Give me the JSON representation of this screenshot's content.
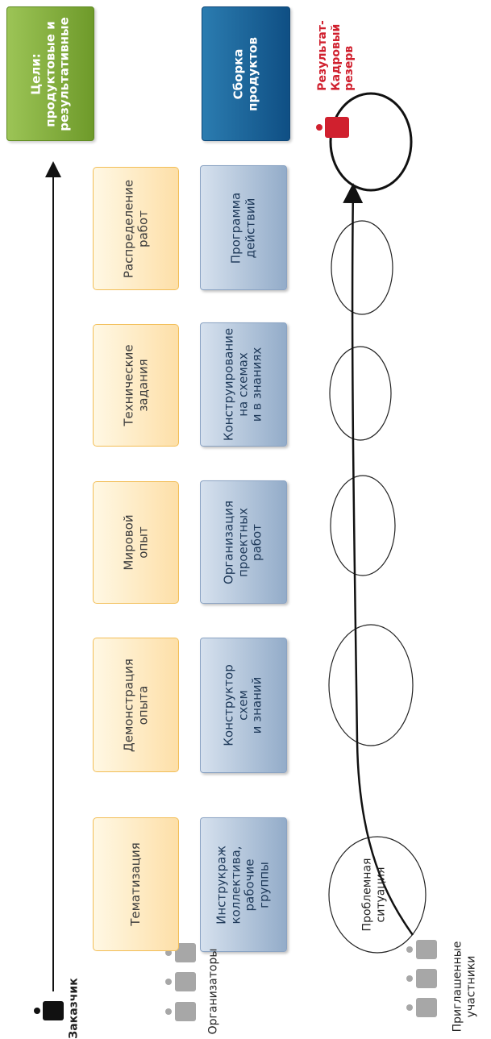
{
  "top_row": [
    {
      "id": "tematizatsiya",
      "label": "Тематизация"
    },
    {
      "id": "demonstratsiya",
      "label": "Демонстрация\nопыта"
    },
    {
      "id": "mirovoy",
      "label": "Мировой\nопыт"
    },
    {
      "id": "tekhnicheskie",
      "label": "Технические\nзадания"
    },
    {
      "id": "raspredelenie",
      "label": "Распределение\nработ"
    }
  ],
  "goal": {
    "label": "Цели:\nпродуктовые и\nрезультативные"
  },
  "middle_row": [
    {
      "id": "instrukrazh",
      "label": "Инструкраж\nколлектива,\nрабочие\nгруппы"
    },
    {
      "id": "konstruktor",
      "label": "Конструктор\nсхем\nи знаний"
    },
    {
      "id": "organizatsiya",
      "label": "Организация\nпроектных\nработ"
    },
    {
      "id": "konstruirovanie",
      "label": "Конструирование\nна схемах\nи в знаниях"
    },
    {
      "id": "programma",
      "label": "Программа\nдействий"
    }
  ],
  "assembly": {
    "label": "Сборка\nпродуктов"
  },
  "customer": {
    "label": "Заказчик"
  },
  "organizers": {
    "label": "Организаторы"
  },
  "participants": {
    "label": "Приглашенные\nучастники"
  },
  "problem": {
    "label": "Проблемная\nситуация"
  },
  "result": {
    "label": "Результат-\nКадровый\nрезерв"
  },
  "colors": {
    "orange_border": "#f2be57",
    "blue_box": "#93acc9",
    "green_box": "#6e9a2a",
    "dark_blue_box": "#0f4f84",
    "red_person": "#d0202e",
    "grey_person": "#a7a7a7"
  }
}
